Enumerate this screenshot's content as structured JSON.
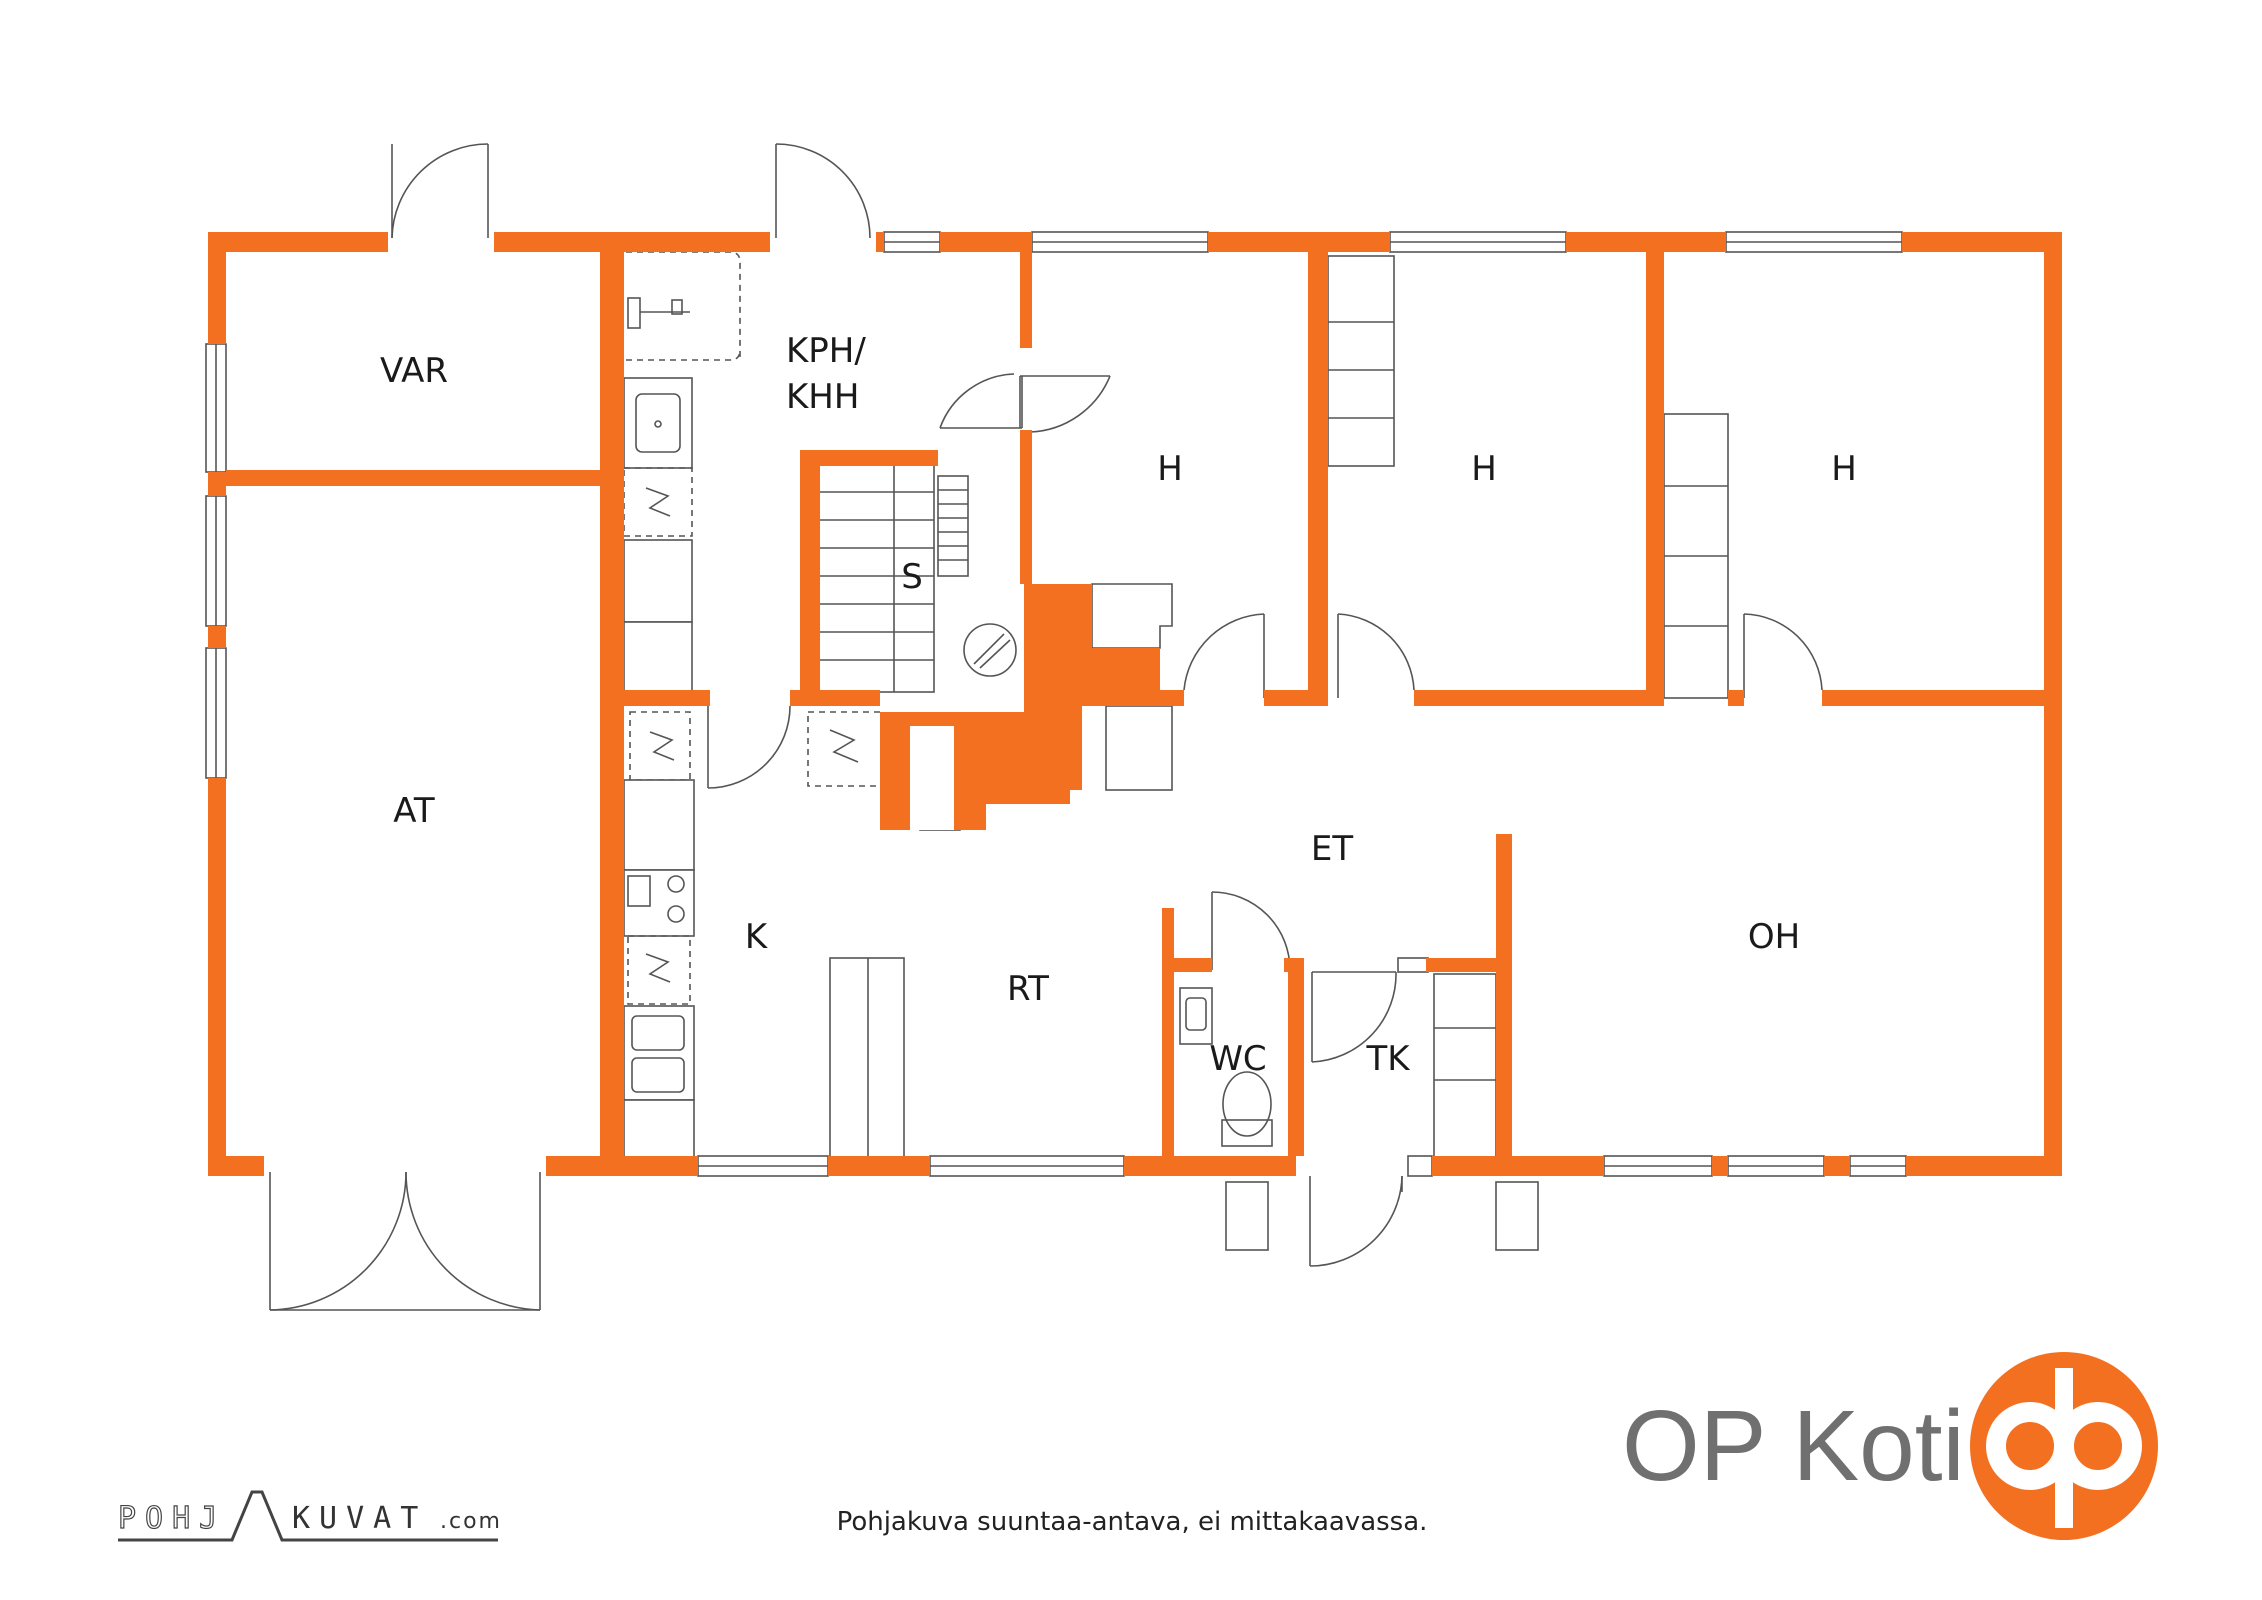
{
  "rooms": {
    "var": "VAR",
    "at": "AT",
    "kph_line1": "KPH/",
    "kph_line2": "KHH",
    "s": "S",
    "h1": "H",
    "h2": "H",
    "h3": "H",
    "k": "K",
    "rt": "RT",
    "et": "ET",
    "oh": "OH",
    "wc": "WC",
    "tk": "TK"
  },
  "brand": {
    "name": "OP Koti",
    "accent_color": "#F37021",
    "text_color": "#707070"
  },
  "disclaimer": "Pohjakuva suuntaa-antava, ei mittakaavassa.",
  "pohjakuvat": {
    "part1": "POHJ",
    "part2": "KUVAT",
    "suffix": ".com"
  }
}
